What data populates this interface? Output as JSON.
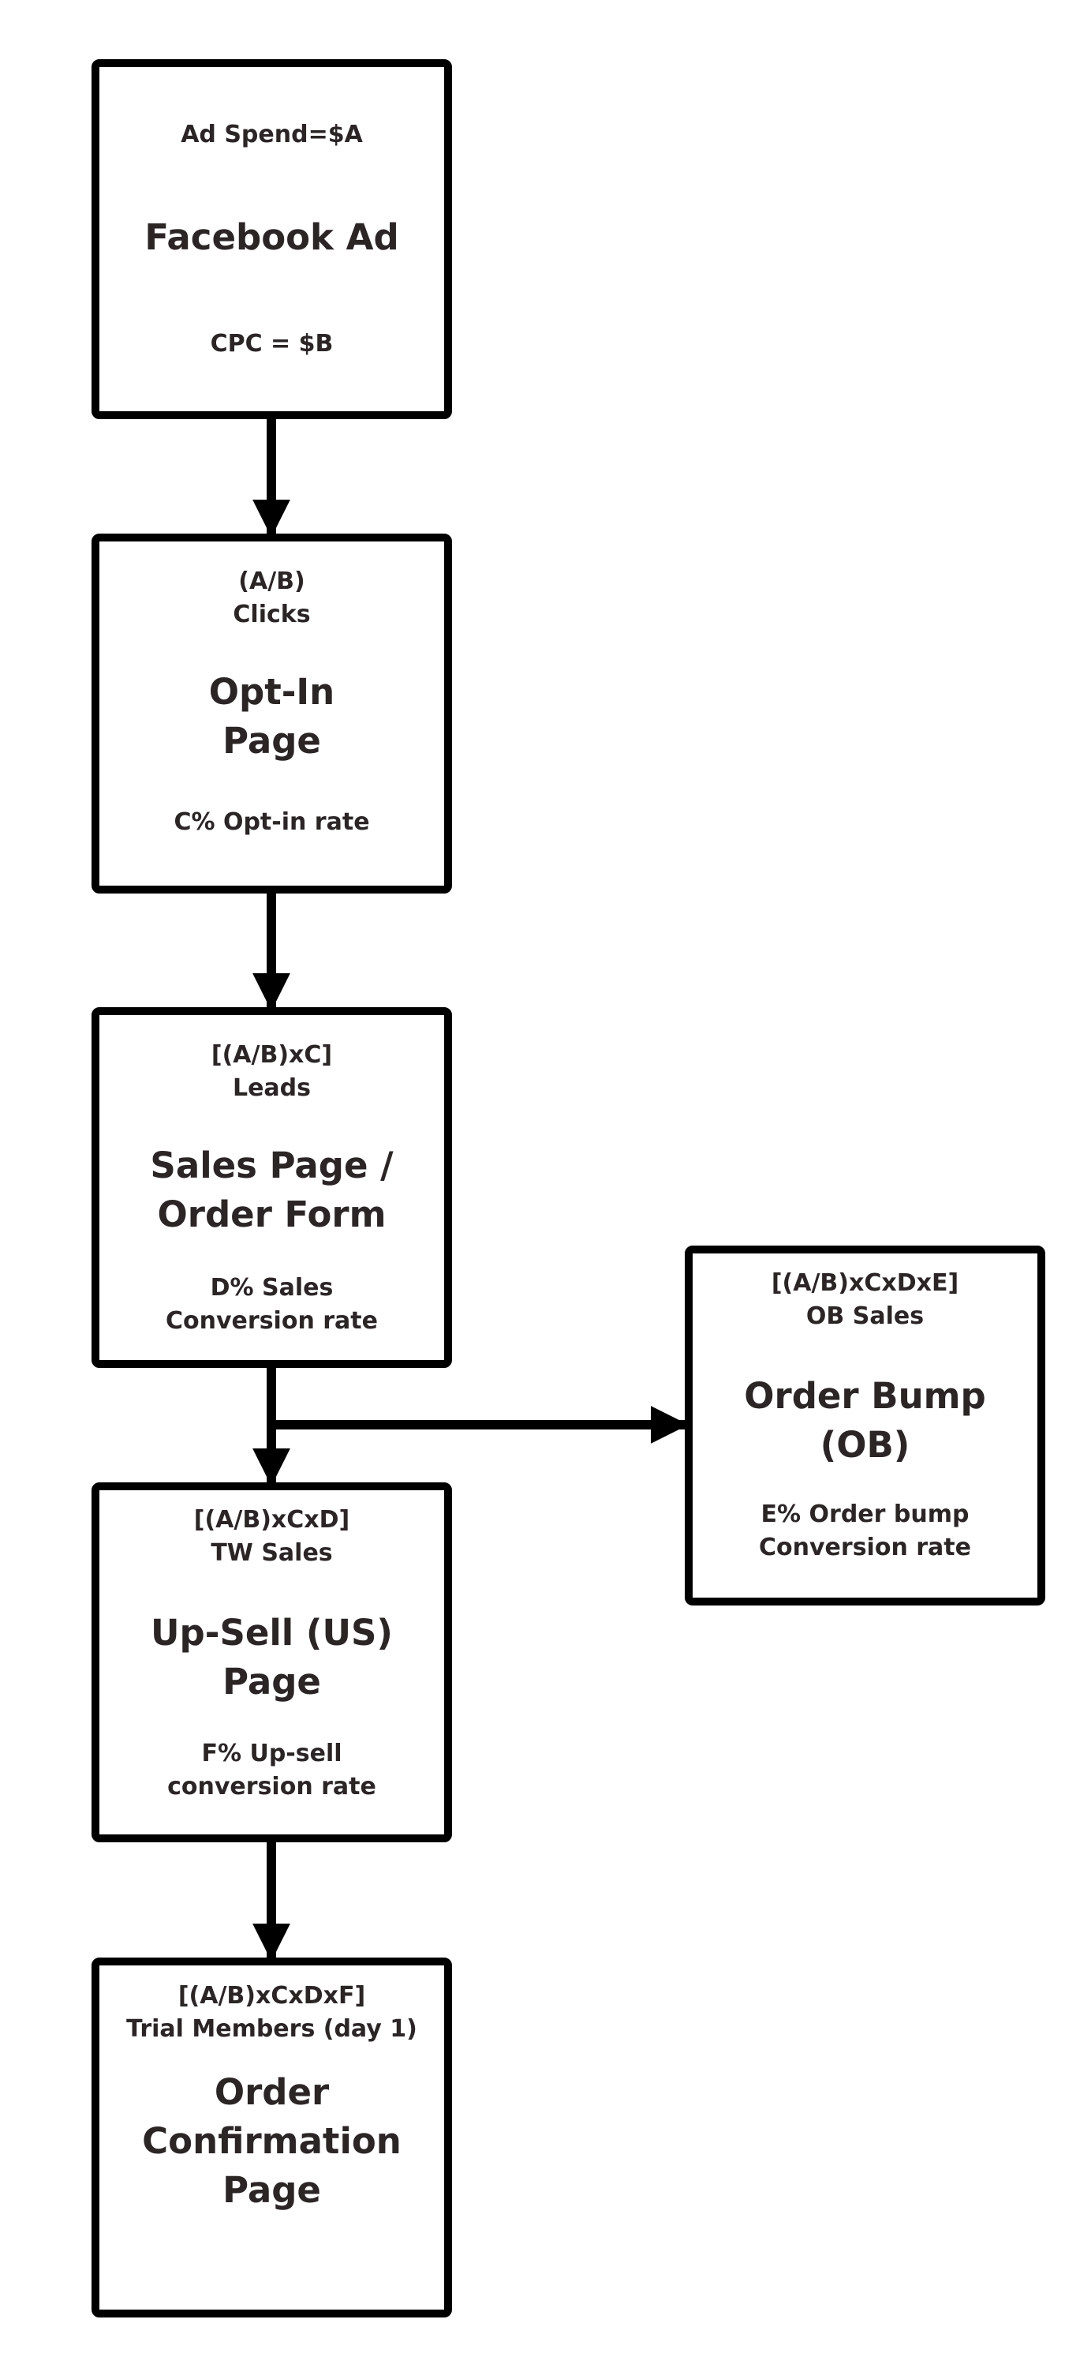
{
  "colors": {
    "stroke": "#000000",
    "text": "#2b2526",
    "background": "#ffffff"
  },
  "nodes": {
    "facebook_ad": {
      "top": "Ad Spend=$A",
      "title": "Facebook Ad",
      "bottom": "CPC = $B"
    },
    "opt_in": {
      "top": "(A/B)\nClicks",
      "title": "Opt-In\nPage",
      "bottom": "C% Opt-in rate"
    },
    "sales_page": {
      "top": "[(A/B)xC]\nLeads",
      "title": "Sales Page /\nOrder Form",
      "bottom": "D% Sales\nConversion rate"
    },
    "order_bump": {
      "top": "[(A/B)xCxDxE]\nOB Sales",
      "title": "Order Bump\n(OB)",
      "bottom": "E% Order bump\nConversion rate"
    },
    "up_sell": {
      "top": "[(A/B)xCxD]\nTW Sales",
      "title": "Up-Sell (US)\nPage",
      "bottom": "F% Up-sell\nconversion rate"
    },
    "order_confirmation": {
      "top": "[(A/B)xCxDxF]\nTrial Members (day 1)",
      "title": "Order\nConfirmation\nPage"
    }
  },
  "edges": [
    {
      "from": "facebook_ad",
      "to": "opt_in"
    },
    {
      "from": "opt_in",
      "to": "sales_page"
    },
    {
      "from": "sales_page",
      "to": "up_sell"
    },
    {
      "from": "sales_page",
      "to": "order_bump"
    },
    {
      "from": "up_sell",
      "to": "order_confirmation"
    }
  ]
}
